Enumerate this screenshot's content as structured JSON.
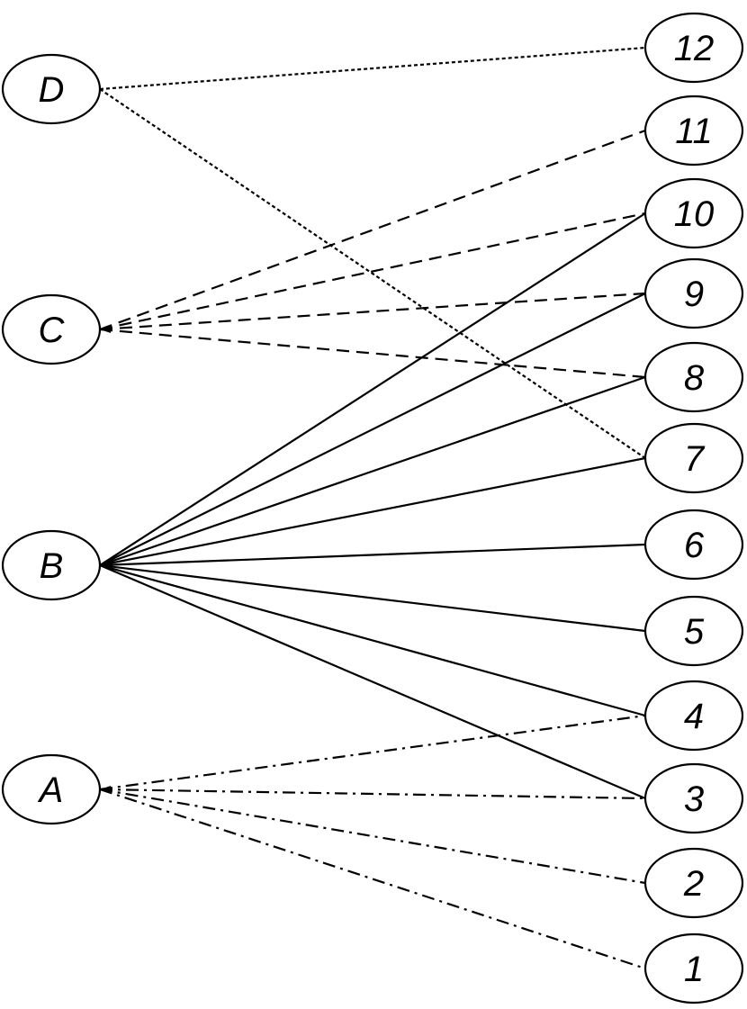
{
  "diagram": {
    "type": "bipartite-graph",
    "left_nodes": [
      {
        "id": "D",
        "label": "D"
      },
      {
        "id": "C",
        "label": "C"
      },
      {
        "id": "B",
        "label": "B"
      },
      {
        "id": "A",
        "label": "A"
      }
    ],
    "right_nodes": [
      {
        "id": "12",
        "label": "12"
      },
      {
        "id": "11",
        "label": "11"
      },
      {
        "id": "10",
        "label": "10"
      },
      {
        "id": "9",
        "label": "9"
      },
      {
        "id": "8",
        "label": "8"
      },
      {
        "id": "7",
        "label": "7"
      },
      {
        "id": "6",
        "label": "6"
      },
      {
        "id": "5",
        "label": "5"
      },
      {
        "id": "4",
        "label": "4"
      },
      {
        "id": "3",
        "label": "3"
      },
      {
        "id": "2",
        "label": "2"
      },
      {
        "id": "1",
        "label": "1"
      }
    ],
    "edges": [
      {
        "from": "D",
        "to": "12",
        "style": "dotted"
      },
      {
        "from": "D",
        "to": "7",
        "style": "dotted"
      },
      {
        "from": "C",
        "to": "11",
        "style": "dashed"
      },
      {
        "from": "C",
        "to": "10",
        "style": "dashed"
      },
      {
        "from": "C",
        "to": "9",
        "style": "dashed"
      },
      {
        "from": "C",
        "to": "8",
        "style": "dashed"
      },
      {
        "from": "B",
        "to": "10",
        "style": "solid"
      },
      {
        "from": "B",
        "to": "9",
        "style": "solid"
      },
      {
        "from": "B",
        "to": "8",
        "style": "solid"
      },
      {
        "from": "B",
        "to": "7",
        "style": "solid"
      },
      {
        "from": "B",
        "to": "6",
        "style": "solid"
      },
      {
        "from": "B",
        "to": "5",
        "style": "solid"
      },
      {
        "from": "B",
        "to": "4",
        "style": "solid"
      },
      {
        "from": "B",
        "to": "3",
        "style": "solid"
      },
      {
        "from": "A",
        "to": "4",
        "style": "dashdot"
      },
      {
        "from": "A",
        "to": "3",
        "style": "dashdot"
      },
      {
        "from": "A",
        "to": "2",
        "style": "dashdot"
      },
      {
        "from": "A",
        "to": "1",
        "style": "dashdot"
      }
    ]
  }
}
